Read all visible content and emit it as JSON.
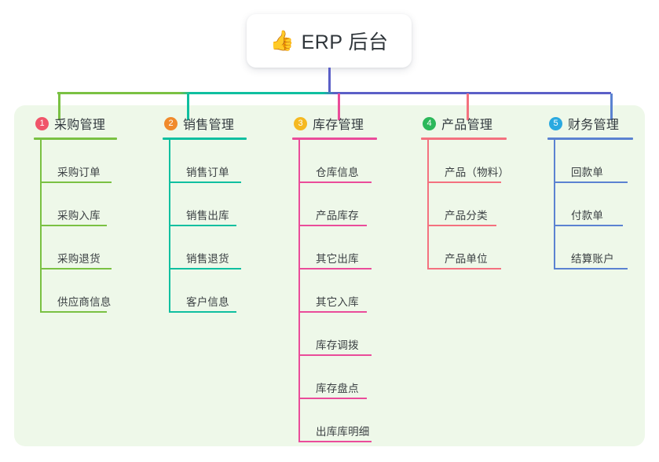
{
  "root": {
    "icon": "thumbs-up-icon",
    "emoji": "👍",
    "title": "ERP 后台"
  },
  "theme": {
    "panel_bg": "#eef8e9",
    "page_bg": "#ffffff",
    "stem_color": "#5b5fc7",
    "bus_colors": [
      "#7ac143",
      "#0fbfa0",
      "#5b5fc7"
    ]
  },
  "columns": [
    {
      "number": "1",
      "title": "采购管理",
      "badge_color": "#f0556a",
      "line_color": "#7ac143",
      "items": [
        {
          "label": "采购订单"
        },
        {
          "label": "采购入库"
        },
        {
          "label": "采购退货"
        },
        {
          "label": "供应商信息"
        }
      ]
    },
    {
      "number": "2",
      "title": "销售管理",
      "badge_color": "#f08a2c",
      "line_color": "#0fbfa0",
      "items": [
        {
          "label": "销售订单"
        },
        {
          "label": "销售出库"
        },
        {
          "label": "销售退货"
        },
        {
          "label": "客户信息"
        }
      ]
    },
    {
      "number": "3",
      "title": "库存管理",
      "badge_color": "#f5b921",
      "line_color": "#ea4c9a",
      "items": [
        {
          "label": "仓库信息"
        },
        {
          "label": "产品库存"
        },
        {
          "label": "其它出库"
        },
        {
          "label": "其它入库"
        },
        {
          "label": "库存调拨"
        },
        {
          "label": "库存盘点"
        },
        {
          "label": "出库库明细"
        }
      ]
    },
    {
      "number": "4",
      "title": "产品管理",
      "badge_color": "#2cb85a",
      "line_color": "#f4717f",
      "items": [
        {
          "label": "产品（物料）"
        },
        {
          "label": "产品分类"
        },
        {
          "label": "产品单位"
        }
      ]
    },
    {
      "number": "5",
      "title": "财务管理",
      "badge_color": "#2aa9e0",
      "line_color": "#5b82d1",
      "items": [
        {
          "label": "回款单"
        },
        {
          "label": "付款单"
        },
        {
          "label": "结算账户"
        }
      ]
    }
  ]
}
